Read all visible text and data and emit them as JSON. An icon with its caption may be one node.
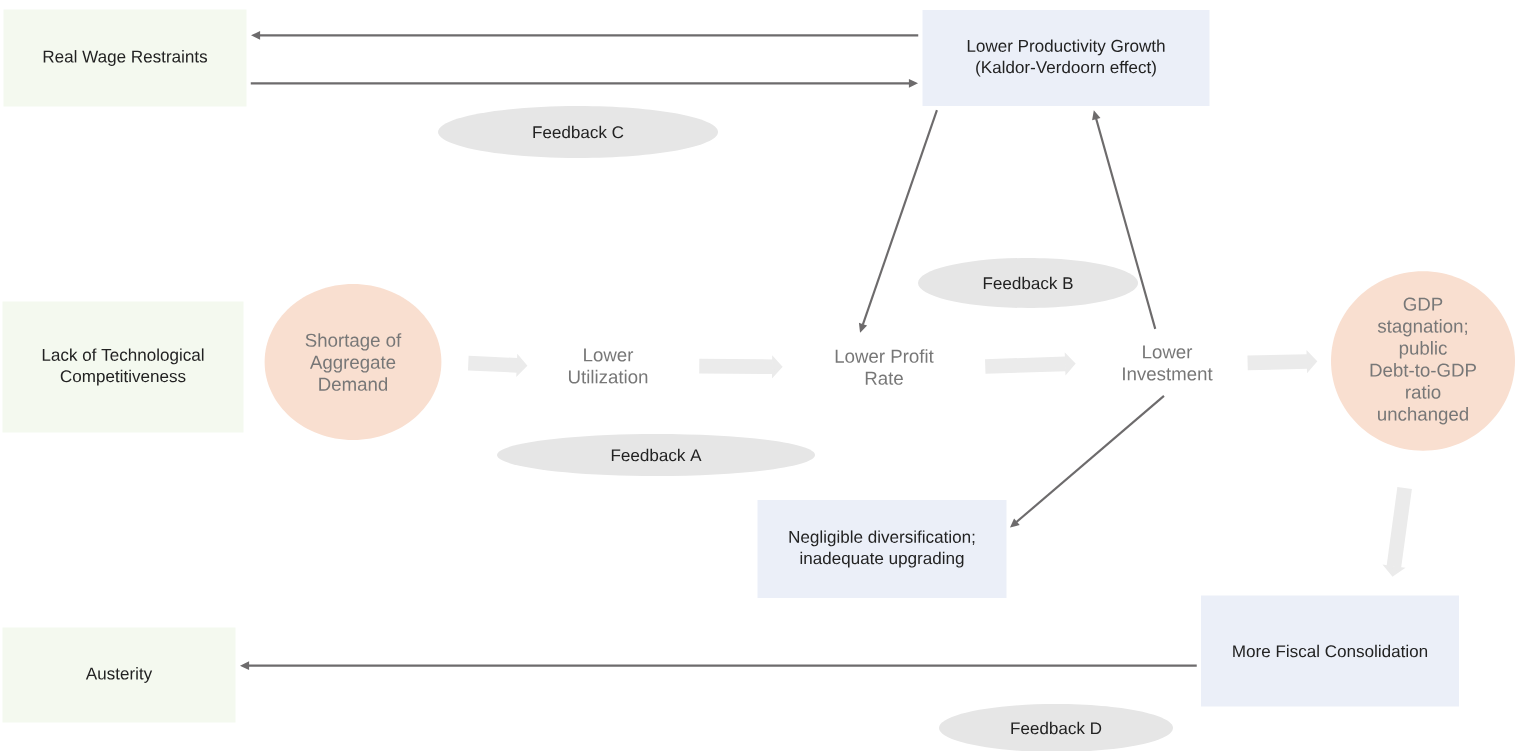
{
  "diagram": {
    "nodes": [
      {
        "text": [
          "Real Wage Restraints"
        ]
      },
      {
        "text": [
          "Lower Productivity Growth (Kaldor-Verdoorn effect)"
        ]
      },
      {
        "text": [
          "Feedback C"
        ]
      },
      {
        "text": [
          "Feedback B"
        ]
      },
      {
        "text": [
          "Lack of Technological Competitiveness"
        ]
      },
      {
        "text": [
          "Shortage of Aggregate Demand"
        ]
      },
      {
        "text": [
          "Lower Utilization"
        ]
      },
      {
        "text": [
          "Lower Profit Rate"
        ]
      },
      {
        "text": [
          "Lower Investment"
        ]
      },
      {
        "text": [
          "GDP stagnation; public Debt-to-GDP ratio unchanged"
        ]
      },
      {
        "text": [
          "Feedback A"
        ]
      },
      {
        "text": [
          "Negligible diversification; inadequate upgrading"
        ]
      },
      {
        "text": [
          "More Fiscal Consolidation"
        ]
      },
      {
        "text": [
          "Austerity"
        ]
      },
      {
        "text": [
          "Feedback D"
        ]
      }
    ],
    "edges": [
      {
        "from": 1,
        "to": 0,
        "arrow": "to"
      },
      {
        "from": 0,
        "to": 1,
        "arrow": "to"
      },
      {
        "from": 1,
        "to": 7,
        "arrow": "to"
      },
      {
        "from": 8,
        "to": 1,
        "arrow": "to"
      },
      {
        "from": 8,
        "to": 11,
        "arrow": "to"
      },
      {
        "from": 12,
        "to": 13,
        "arrow": "to"
      },
      {
        "from": 5,
        "to": 6,
        "arrow": "to",
        "style": "thick",
        "color": "#ebebeb"
      },
      {
        "from": 6,
        "to": 7,
        "arrow": "to",
        "style": "thick",
        "color": "#ebebeb"
      },
      {
        "from": 7,
        "to": 8,
        "arrow": "to",
        "style": "thick",
        "color": "#ebebeb"
      },
      {
        "from": 8,
        "to": 9,
        "arrow": "to",
        "style": "thick",
        "color": "#ebebeb"
      },
      {
        "from": 9,
        "to": 12,
        "arrow": "to",
        "style": "thick",
        "color": "#ebebeb"
      }
    ]
  }
}
